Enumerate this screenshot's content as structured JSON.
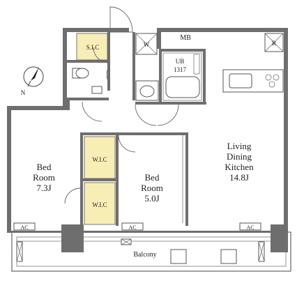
{
  "rooms": {
    "bed_left": {
      "name": "Bed\nRoom",
      "size": "7.3J"
    },
    "bed_center": {
      "name": "Bed\nRoom",
      "size": "5.0J"
    },
    "ldk": {
      "name": "Living\nDining\nKitchen",
      "size": "14.8J"
    }
  },
  "labels": {
    "mb": "MB",
    "sic": "S.I.C",
    "wic_upper": "W.I.C",
    "wic_lower": "W.I.C",
    "ub": "UB",
    "ub_size": "1317",
    "washer": "W",
    "fridge": "R",
    "balcony": "Balcony",
    "ac_left": "AC",
    "ac_center": "AC",
    "ac_right": "AC",
    "compass_north": "N"
  },
  "colors": {
    "wall": "#6e6e6e",
    "storage": "#f7eeb6"
  }
}
